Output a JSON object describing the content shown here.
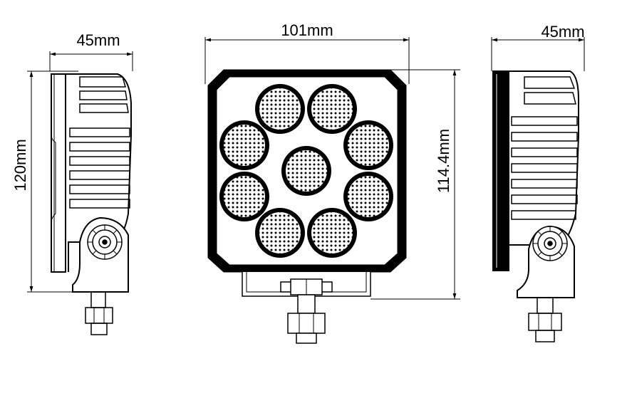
{
  "dimensions": {
    "left_width": "45mm",
    "left_height": "120mm",
    "front_width": "101mm",
    "front_height": "114.4mm",
    "right_width": "45mm"
  },
  "colors": {
    "stroke": "#000000",
    "background": "#ffffff"
  }
}
